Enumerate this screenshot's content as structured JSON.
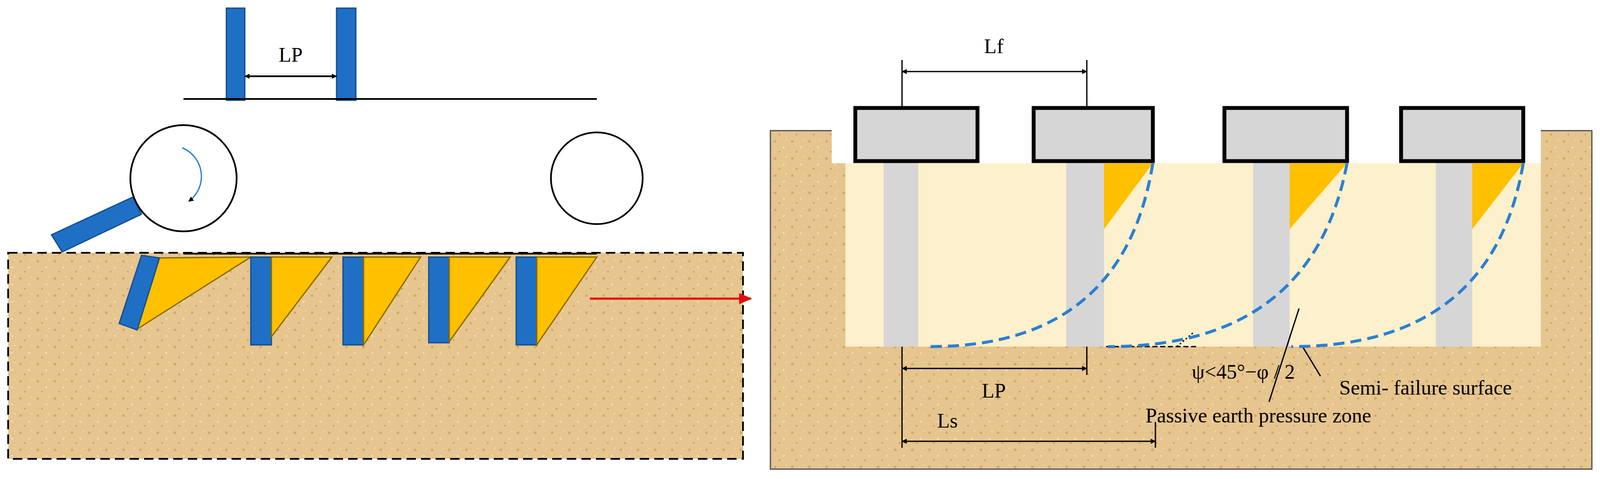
{
  "diagram": {
    "labels": [
      "LP",
      "Lf",
      "LP",
      "Ls",
      "ψ<45°−φ / 2",
      "Semi- failure surface",
      "Passive earth pressure zone"
    ]
  }
}
